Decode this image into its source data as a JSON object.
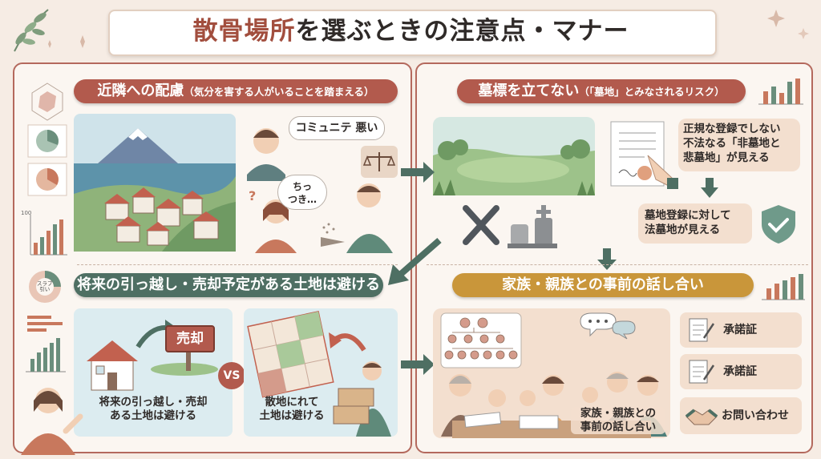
{
  "title": {
    "part1": "散骨場所",
    "part2": "を選ぶときの注意点・マナー"
  },
  "sections": {
    "neighbors": {
      "heading": "近隣への配慮",
      "heading_note": "（気分を害する人がいることを踏まえる）",
      "bubble_community": "コミュニテ 悪い",
      "bubble_whisper": "ちっ\nつき…"
    },
    "gravestone": {
      "heading": "墓標を立てない",
      "heading_note": "（「墓地」とみなされるリスク）",
      "card_illegal": "正規な登録でしない\n不法なる「非墓地と\n悲墓地」が見える",
      "card_legal": "墓地登録に対して\n法墓地が見える"
    },
    "moving": {
      "heading": "将来の引っ越し・売却予定がある土地は避ける",
      "sign_label": "売却",
      "vs_label": "VS",
      "caption_left": "将来の引っ越し・売却\nある土地は避ける",
      "caption_right": "散地にれて\n土地は避ける"
    },
    "family": {
      "heading": "家族・親族との事前の話し合い",
      "caption": "家族・親族との\n事前の話し合い",
      "docs": [
        {
          "label": "承諾証",
          "icon": "document-icon"
        },
        {
          "label": "承諾証",
          "icon": "document-icon"
        },
        {
          "label": "お問い合わせ",
          "icon": "handshake-icon"
        }
      ]
    }
  },
  "decor": {
    "mini_axis_top": "100",
    "donut_label": "スラブ\n引い"
  },
  "colors": {
    "accent_red": "#b25a4d",
    "accent_green": "#4e6f63",
    "accent_gold": "#c9963a",
    "panel_border": "#b4695d",
    "background": "#f6ece4"
  }
}
